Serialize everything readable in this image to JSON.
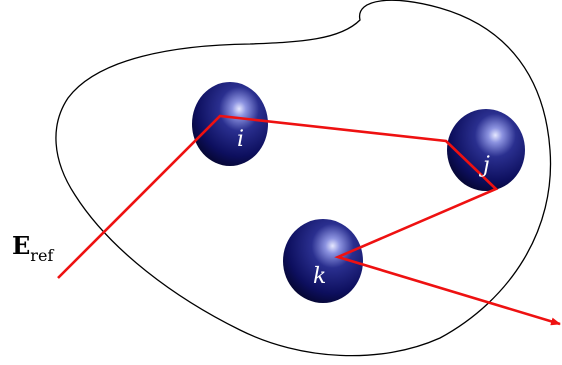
{
  "field_label": {
    "symbol": "E",
    "subscript": "ref"
  },
  "scatterers": [
    {
      "id": "sphere-i",
      "label": "i"
    },
    {
      "id": "sphere-j",
      "label": "j"
    },
    {
      "id": "sphere-k",
      "label": "k"
    }
  ],
  "colors": {
    "path": "#ee1111",
    "sphere_dark": "#0a0a5a",
    "sphere_mid": "#2a2f8f",
    "sphere_highlight": "#d8dcff",
    "outline": "#000000"
  }
}
